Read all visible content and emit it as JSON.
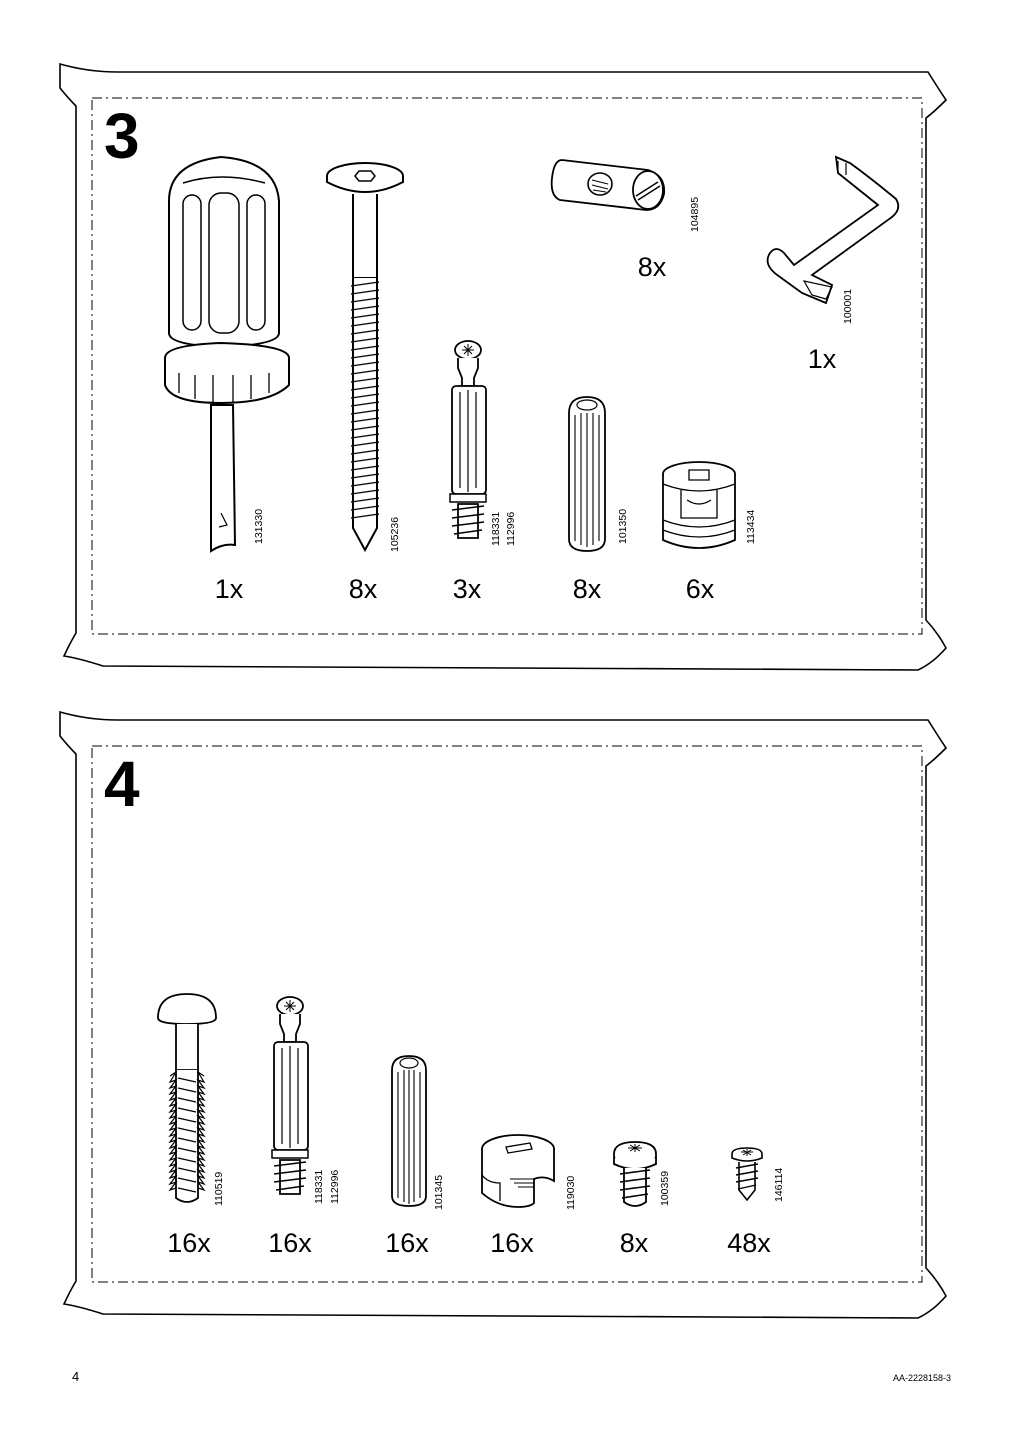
{
  "steps": [
    {
      "number": "3",
      "parts": [
        {
          "name": "screwdriver",
          "quantity": "1x",
          "code": "131330"
        },
        {
          "name": "bolt",
          "quantity": "8x",
          "code": "105236"
        },
        {
          "name": "dowel-connector",
          "quantity": "3x",
          "code_1": "118331",
          "code_2": "112996"
        },
        {
          "name": "wood-dowel",
          "quantity": "8x",
          "code": "101350"
        },
        {
          "name": "cam-lock",
          "quantity": "6x",
          "code": "113434"
        },
        {
          "name": "barrel-nut",
          "quantity": "8x",
          "code": "104895"
        },
        {
          "name": "allen-key",
          "quantity": "1x",
          "code": "100001"
        }
      ]
    },
    {
      "number": "4",
      "parts": [
        {
          "name": "mushroom-head-bolt",
          "quantity": "16x",
          "code": "110519"
        },
        {
          "name": "dowel-connector",
          "quantity": "16x",
          "code_1": "118331",
          "code_2": "112996"
        },
        {
          "name": "wood-dowel",
          "quantity": "16x",
          "code": "101345"
        },
        {
          "name": "cam-lock-housing",
          "quantity": "16x",
          "code": "119030"
        },
        {
          "name": "pan-head-screw",
          "quantity": "8x",
          "code": "100359"
        },
        {
          "name": "small-screw",
          "quantity": "48x",
          "code": "146114"
        }
      ]
    }
  ],
  "footer": {
    "page_number": "4",
    "document_code": "AA-2228158-3"
  }
}
